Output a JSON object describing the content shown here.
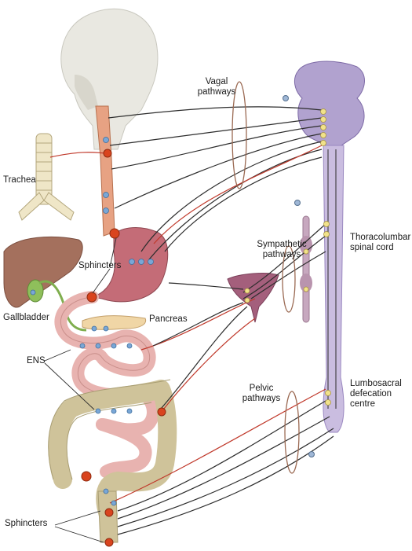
{
  "labels": {
    "vagal": [
      "Vagal",
      "pathways"
    ],
    "trachea": "Trachea",
    "sphincters_upper": "Sphincters",
    "gallbladder": "Gallbladder",
    "pancreas": "Pancreas",
    "sympathetic": [
      "Sympathetic",
      "pathways"
    ],
    "thoracolumbar": [
      "Thoracolumbar",
      "spinal cord"
    ],
    "ens": "ENS",
    "pelvic": [
      "Pelvic",
      "pathways"
    ],
    "lumbosacral": [
      "Lumbosacral",
      "defecation",
      "centre"
    ],
    "sphincters_lower": "Sphincters"
  },
  "colors": {
    "head": "#e9e8e1",
    "head_outline": "#c9c8bf",
    "esophagus": "#e7a283",
    "trachea": "#efe6c7",
    "liver": "#a4705d",
    "gallbladder": "#8fbf5b",
    "stomach": "#c46c77",
    "small_intestine": "#e8b3b0",
    "colon": "#cfc39a",
    "pancreas": "#f0d6a6",
    "brain": "#b1a2cf",
    "spinal_cord": "#cabde0",
    "ganglion": "#a45f7c",
    "nerve_dark": "#2d2d2d",
    "nerve_red": "#c0392b",
    "sphincter": "#d9441e",
    "enteric_node": "#7aa7d6",
    "neuron_yellow": "#f1e28a"
  }
}
